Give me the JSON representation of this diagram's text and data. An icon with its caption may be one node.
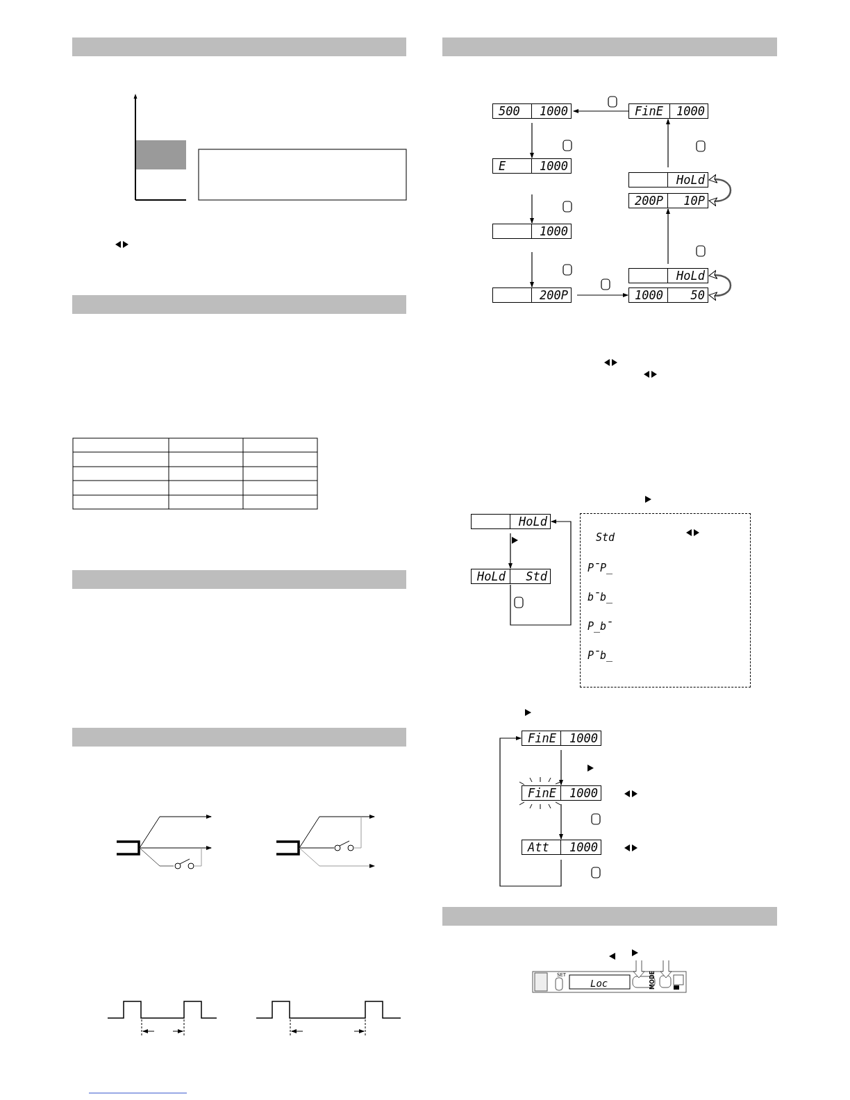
{
  "diagram": {
    "nodes": [
      {
        "text": [
          "500",
          "1000"
        ]
      },
      {
        "text": [
          "FinE",
          "1000"
        ]
      },
      {
        "text": [
          "E",
          "1000"
        ]
      },
      {
        "text": [
          "HoLd"
        ]
      },
      {
        "text": [
          "200P",
          "10P"
        ]
      },
      {
        "text": [
          "1000"
        ]
      },
      {
        "text": [
          "200P"
        ]
      },
      {
        "text": [
          "HoLd"
        ]
      },
      {
        "text": [
          "1000",
          "50"
        ]
      },
      {
        "text": [
          "HoLd"
        ]
      },
      {
        "text": [
          "HoLd",
          "Std"
        ]
      },
      {
        "text": [
          "Std",
          "P¯P_",
          "b¯b_",
          "P_b¯",
          "P¯b_"
        ]
      },
      {
        "text": [
          "FinE",
          "1000"
        ]
      },
      {
        "text": [
          "FinE",
          "1000"
        ]
      },
      {
        "text": [
          "Att",
          "1000"
        ]
      }
    ],
    "edges": [
      {
        "from": 1,
        "to": 0,
        "arrow": "to"
      },
      {
        "from": 0,
        "to": 2,
        "arrow": "to"
      },
      {
        "from": 2,
        "to": 5,
        "arrow": "to"
      },
      {
        "from": 5,
        "to": 6,
        "arrow": "to"
      },
      {
        "from": 6,
        "to": 8,
        "arrow": "to"
      },
      {
        "from": 7,
        "to": 4,
        "arrow": "to"
      },
      {
        "from": 3,
        "to": 1,
        "arrow": "to"
      },
      {
        "from": 3,
        "to": 4,
        "arrow": "both"
      },
      {
        "from": 7,
        "to": 8,
        "arrow": "both"
      },
      {
        "from": 9,
        "to": 10,
        "arrow": "to"
      },
      {
        "from": 10,
        "to": 9,
        "arrow": "to"
      },
      {
        "from": 12,
        "to": 13,
        "arrow": "to"
      },
      {
        "from": 13,
        "to": 14,
        "arrow": "to"
      },
      {
        "from": 14,
        "to": 12,
        "arrow": "to"
      }
    ],
    "labels": [
      "SET",
      "Loc",
      "MODE"
    ]
  }
}
